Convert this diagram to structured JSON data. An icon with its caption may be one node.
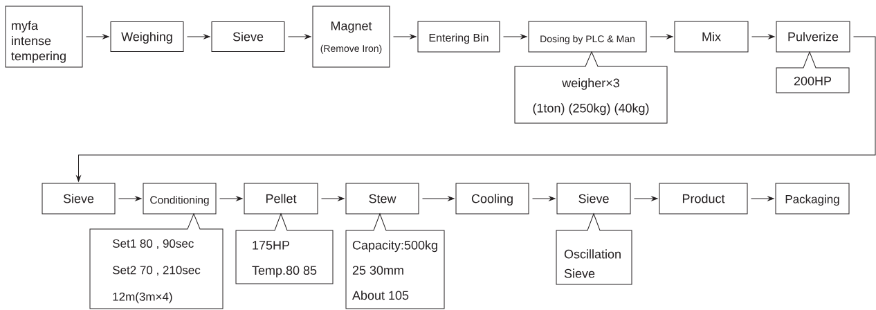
{
  "diagram": {
    "nodes": [
      {
        "text": [
          "myfa intense tempering"
        ]
      },
      {
        "text": [
          "Weighing"
        ]
      },
      {
        "text": [
          "Sieve"
        ]
      },
      {
        "text": [
          "Magnet",
          "(Remove Iron)"
        ]
      },
      {
        "text": [
          "Entering Bin"
        ]
      },
      {
        "text": [
          "Dosing by PLC & Man"
        ]
      },
      {
        "text": [
          "Mix"
        ]
      },
      {
        "text": [
          "Pulverize"
        ]
      },
      {
        "text": [
          "weigher×3",
          "(1ton)  (250kg)  (40kg)"
        ]
      },
      {
        "text": [
          "200HP"
        ]
      },
      {
        "text": [
          "Sieve"
        ]
      },
      {
        "text": [
          "Conditioning"
        ]
      },
      {
        "text": [
          "Pellet"
        ]
      },
      {
        "text": [
          "Stew"
        ]
      },
      {
        "text": [
          "Cooling"
        ]
      },
      {
        "text": [
          "Sieve"
        ]
      },
      {
        "text": [
          "Product"
        ]
      },
      {
        "text": [
          "Packaging"
        ]
      },
      {
        "text": [
          "Set1 80 , 90sec",
          "Set2 70 , 210sec",
          "12m(3m×4)"
        ]
      },
      {
        "text": [
          "175HP",
          "Temp.80 85"
        ]
      },
      {
        "text": [
          "Capacity:500kg",
          "25 30mm",
          "About 105"
        ]
      },
      {
        "text": [
          "Oscillation Sieve"
        ]
      }
    ],
    "edges": [
      {
        "from": 0,
        "to": 1,
        "arrow": "to"
      },
      {
        "from": 1,
        "to": 2,
        "arrow": "to"
      },
      {
        "from": 2,
        "to": 3,
        "arrow": "to"
      },
      {
        "from": 3,
        "to": 4,
        "arrow": "to"
      },
      {
        "from": 4,
        "to": 5,
        "arrow": "to"
      },
      {
        "from": 5,
        "to": 6,
        "arrow": "to"
      },
      {
        "from": 6,
        "to": 7,
        "arrow": "to"
      },
      {
        "from": 7,
        "to": 10,
        "arrow": "to"
      },
      {
        "from": 10,
        "to": 11,
        "arrow": "to"
      },
      {
        "from": 11,
        "to": 12,
        "arrow": "to"
      },
      {
        "from": 12,
        "to": 13,
        "arrow": "to"
      },
      {
        "from": 13,
        "to": 14,
        "arrow": "to"
      },
      {
        "from": 14,
        "to": 15,
        "arrow": "to"
      },
      {
        "from": 15,
        "to": 16,
        "arrow": "to"
      },
      {
        "from": 16,
        "to": 17,
        "arrow": "to"
      }
    ]
  }
}
